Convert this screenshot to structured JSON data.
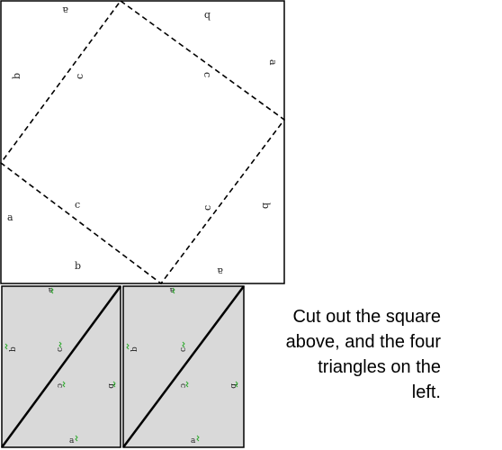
{
  "square": {
    "labels": {
      "top_a": "a",
      "top_b": "b",
      "right_a": "a",
      "left_b": "b",
      "inner_c_tl": "c",
      "inner_c_tr": "c",
      "inner_c_bl": "c",
      "inner_c_br": "c",
      "left_a": "a",
      "right_b": "b",
      "bottom_b": "b",
      "bottom_a": "a"
    }
  },
  "triangles": {
    "left_rect": {
      "top": "a",
      "left": "b",
      "c_upper": "c",
      "c_lower": "c",
      "right": "b",
      "bottom": "a"
    },
    "right_rect": {
      "top": "a",
      "left": "b",
      "c_upper": "c",
      "c_lower": "c",
      "right": "b",
      "bottom": "a"
    }
  },
  "caption": {
    "line1": "Cut out the square",
    "line2": "above, and the four",
    "line3": "triangles on the",
    "line4": "left."
  }
}
